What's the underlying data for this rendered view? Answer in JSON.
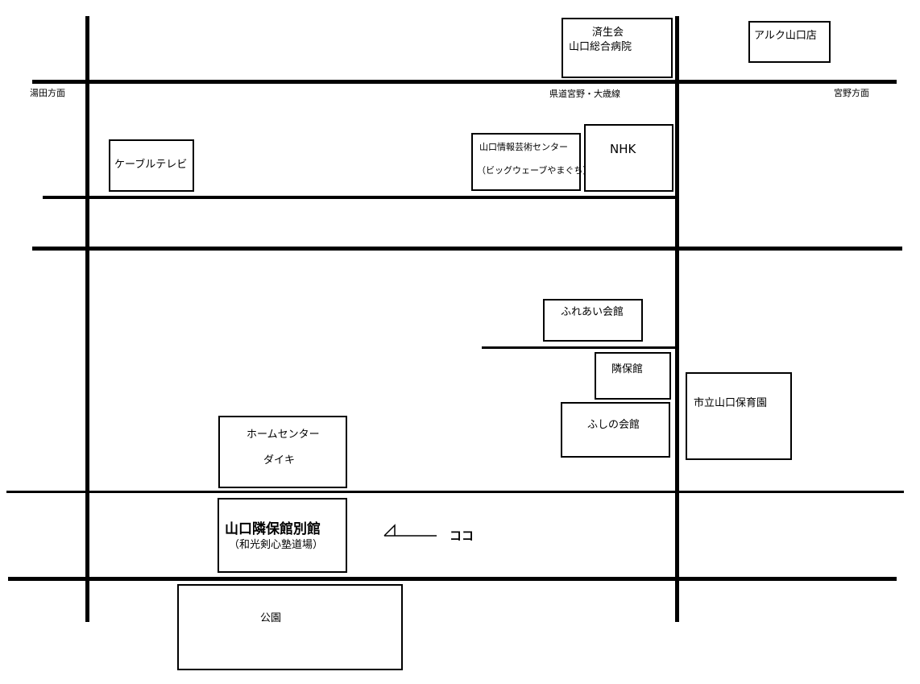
{
  "labels": {
    "yuda": "湯田方面",
    "miyano": "宮野方面",
    "prefroad": "県道宮野・大歳線",
    "hospital1": "済生会",
    "hospital2": "山口総合病院",
    "aruku": "アルク山口店",
    "cable": "ケーブルテレビ",
    "ycam1": "山口情報芸術センター",
    "ycam2": "（ビッグウェーブやまぐち）",
    "nhk": "NHK",
    "fureai": "ふれあい会館",
    "rinpo": "隣保館",
    "fushino": "ふしの会館",
    "hoikuen": "市立山口保育園",
    "daiki1": "ホームセンター",
    "daiki2": "ダイキ",
    "annex1": "山口隣保館別館",
    "annex2": "（和光剣心塾道場）",
    "koko": "ココ",
    "park": "公園"
  }
}
